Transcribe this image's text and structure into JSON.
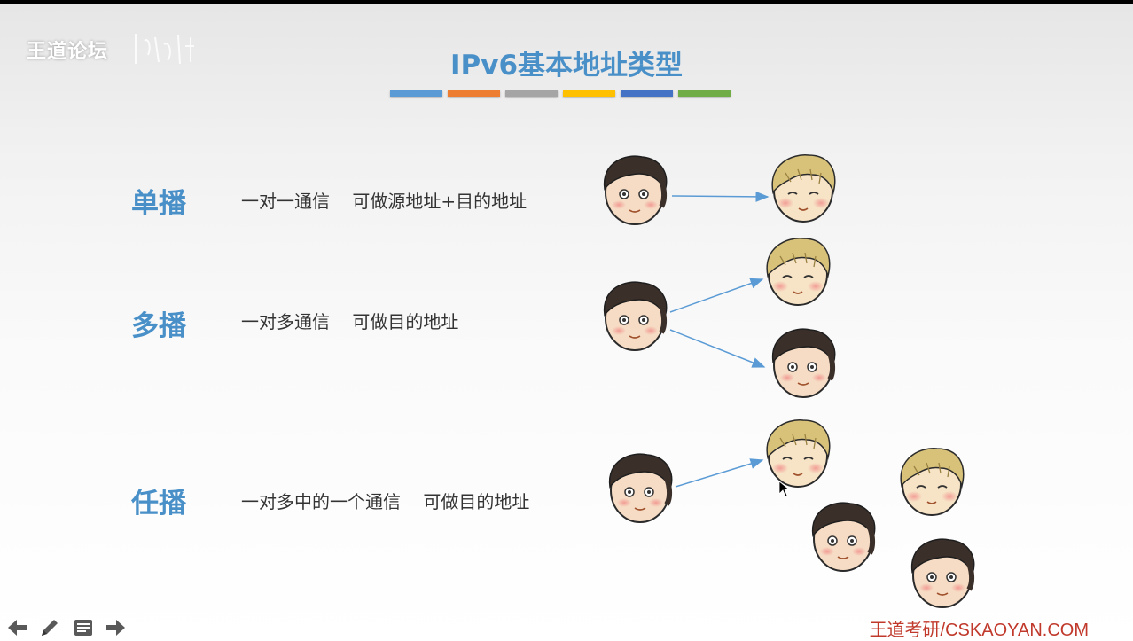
{
  "watermark": {
    "text": "王道论坛"
  },
  "title": "IPv6基本地址类型",
  "title_bars": [
    "#5b9bd5",
    "#ed7d31",
    "#a5a5a5",
    "#ffc000",
    "#4472c4",
    "#70ad47"
  ],
  "rows": [
    {
      "label": "单播",
      "desc": "一对一通信    可做源地址+目的地址"
    },
    {
      "label": "多播",
      "desc": "一对多通信    可做目的地址"
    },
    {
      "label": "任播",
      "desc": "一对多中的一个通信    可做目的地址"
    }
  ],
  "colors": {
    "accent": "#4a90c8",
    "arrow": "#5b9bd5",
    "brand": "#c0392b"
  },
  "toolbar": {
    "icons": [
      "arrow-left-icon",
      "pen-icon",
      "menu-icon",
      "arrow-right-icon"
    ]
  },
  "footer": {
    "brand": "王道考研/CSKAOYAN.COM"
  }
}
